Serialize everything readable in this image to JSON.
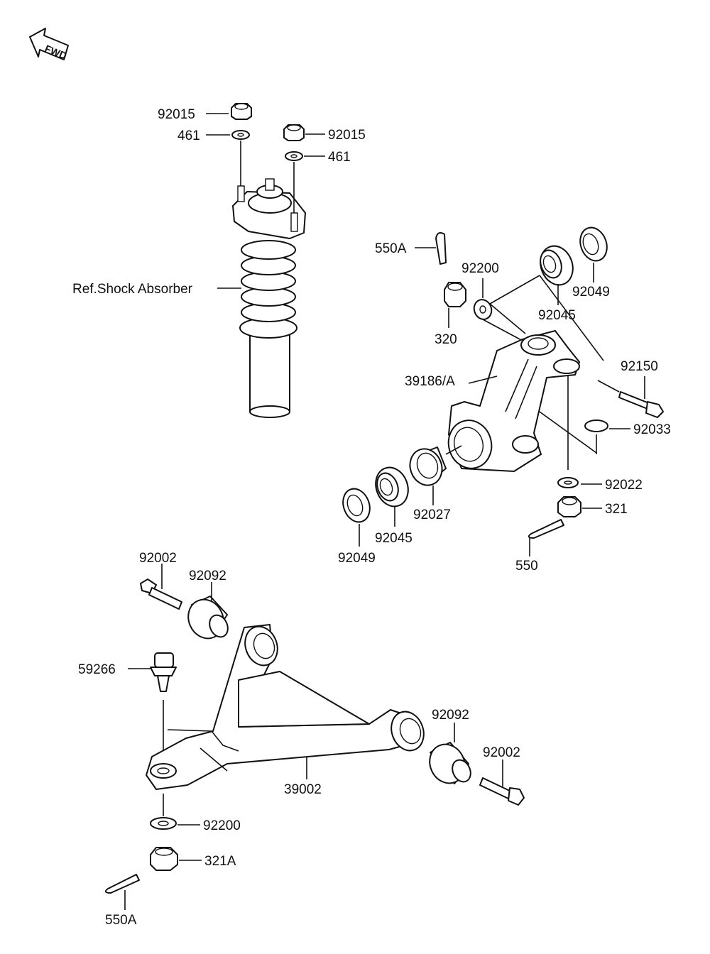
{
  "fwd_indicator": {
    "text": "FWD",
    "icon": "fwd-arrow-icon"
  },
  "labels": {
    "nut_92015_left": "92015",
    "washer_461_left": "461",
    "nut_92015_right": "92015",
    "washer_461_right": "461",
    "shock_ref": "Ref.Shock Absorber",
    "pin_550A_top": "550A",
    "washer_92200_top": "92200",
    "nut_320": "320",
    "bearing_92045_top": "92045",
    "seal_92049_top": "92049",
    "knuckle_39186A": "39186/A",
    "bolt_92150": "92150",
    "ring_92033": "92033",
    "washer_92022": "92022",
    "nut_321": "321",
    "pin_550": "550",
    "collar_92027": "92027",
    "bearing_92045_bottom": "92045",
    "seal_92049_bottom": "92049",
    "bolt_92002_left": "92002",
    "bushing_92092_left": "92092",
    "balljoint_59266": "59266",
    "arm_39002": "39002",
    "bushing_92092_right": "92092",
    "bolt_92002_right": "92002",
    "washer_92200_bottom": "92200",
    "nut_321A": "321A",
    "pin_550A_bottom": "550A"
  }
}
